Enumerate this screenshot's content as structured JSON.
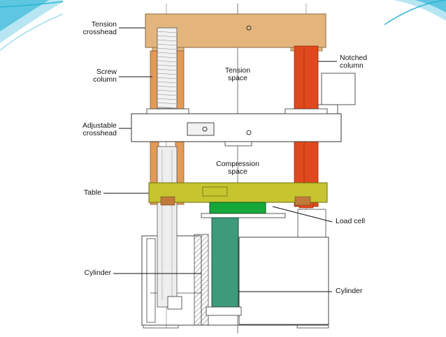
{
  "diagram": {
    "labels": {
      "tension_crosshead": [
        "Tension",
        "crosshead"
      ],
      "screw_column": [
        "Screw",
        "column"
      ],
      "adjustable_crosshead": [
        "Adjustable",
        "crosshead"
      ],
      "table": "Table",
      "cylinder_left": "Cylinder",
      "tension_space": [
        "Tension",
        "space"
      ],
      "compression_space": [
        "Compression",
        "space"
      ],
      "notched_column": [
        "Notched",
        "column"
      ],
      "load_cell": "Load cell",
      "cylinder_right": "Cylinder"
    },
    "colors": {
      "crosshead": "#e3b57d",
      "screw_column": "#e39a56",
      "notched_column": "#e0491d",
      "table": "#c6c530",
      "load_cell": "#17a83a",
      "cylinder": "#3d9a7a",
      "slide_accent": "#2bb3d6"
    }
  }
}
